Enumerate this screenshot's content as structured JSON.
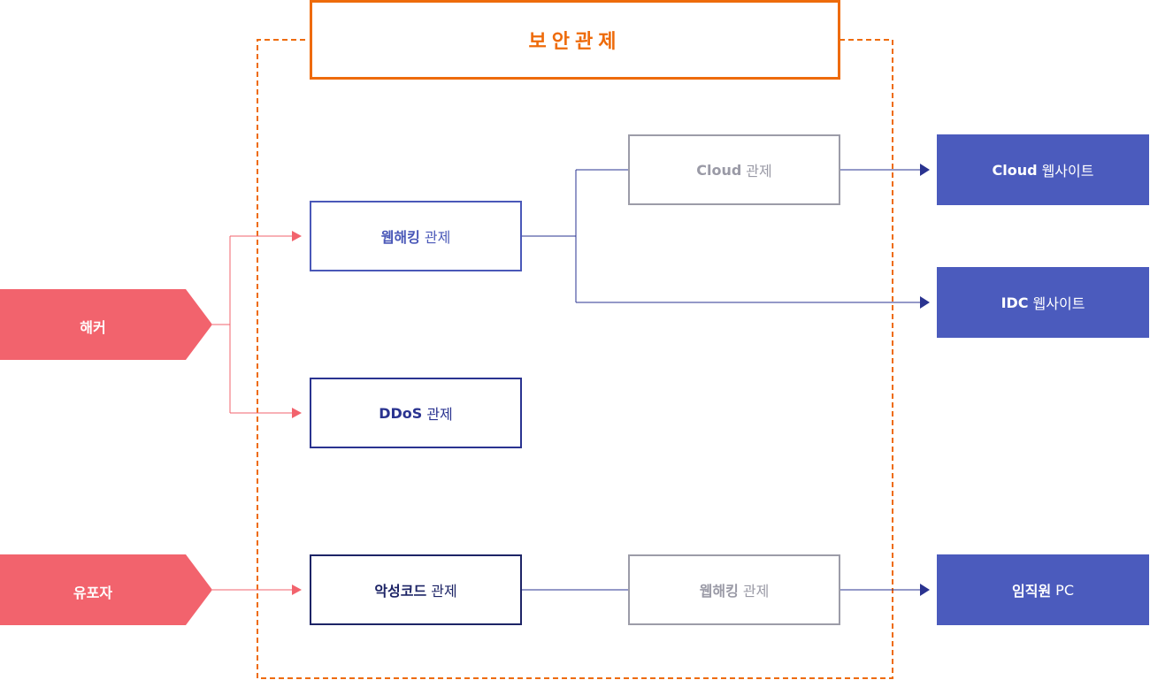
{
  "title": "보안관제",
  "sources": {
    "hacker": "해커",
    "distributor": "유포자"
  },
  "controls": {
    "web_hacking": {
      "bold": "웹해킹",
      "rest": "관제"
    },
    "ddos": {
      "bold": "DDoS",
      "rest": "관제"
    },
    "malware": {
      "bold": "악성코드",
      "rest": "관제"
    },
    "cloud": {
      "bold": "Cloud",
      "rest": "관제"
    },
    "web_hacking_2": {
      "bold": "웹해킹",
      "rest": "관제"
    }
  },
  "targets": {
    "cloud_site": {
      "bold": "Cloud",
      "rest": "웹사이트"
    },
    "idc_site": {
      "bold": "IDC",
      "rest": "웹사이트"
    },
    "employee_pc": {
      "bold": "임직원",
      "rest": "PC"
    }
  },
  "colors": {
    "orange": "#ee6b0b",
    "red": "#f2636d",
    "blue": "#4b5bbd",
    "navy": "#2a3390",
    "gray": "#9c9ca8"
  }
}
